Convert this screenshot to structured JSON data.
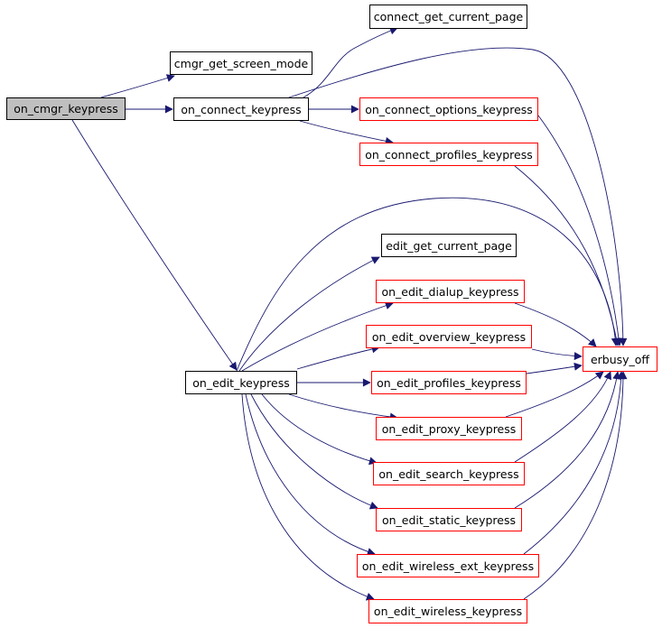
{
  "nodes": {
    "on_cmgr_keypress": "on_cmgr_keypress",
    "cmgr_get_screen_mode": "cmgr_get_screen_mode",
    "connect_get_current_page": "connect_get_current_page",
    "on_connect_keypress": "on_connect_keypress",
    "on_connect_options_keypress": "on_connect_options_keypress",
    "on_connect_profiles_keypress": "on_connect_profiles_keypress",
    "edit_get_current_page": "edit_get_current_page",
    "on_edit_dialup_keypress": "on_edit_dialup_keypress",
    "on_edit_overview_keypress": "on_edit_overview_keypress",
    "on_edit_keypress": "on_edit_keypress",
    "on_edit_profiles_keypress": "on_edit_profiles_keypress",
    "on_edit_proxy_keypress": "on_edit_proxy_keypress",
    "on_edit_search_keypress": "on_edit_search_keypress",
    "on_edit_static_keypress": "on_edit_static_keypress",
    "on_edit_wireless_ext_keypress": "on_edit_wireless_ext_keypress",
    "on_edit_wireless_keypress": "on_edit_wireless_keypress",
    "erbusy_off": "erbusy_off"
  },
  "colors": {
    "edge": "#191970",
    "root_fill": "#bfbfbf",
    "border_black": "#000000",
    "border_red": "#ff0000"
  }
}
